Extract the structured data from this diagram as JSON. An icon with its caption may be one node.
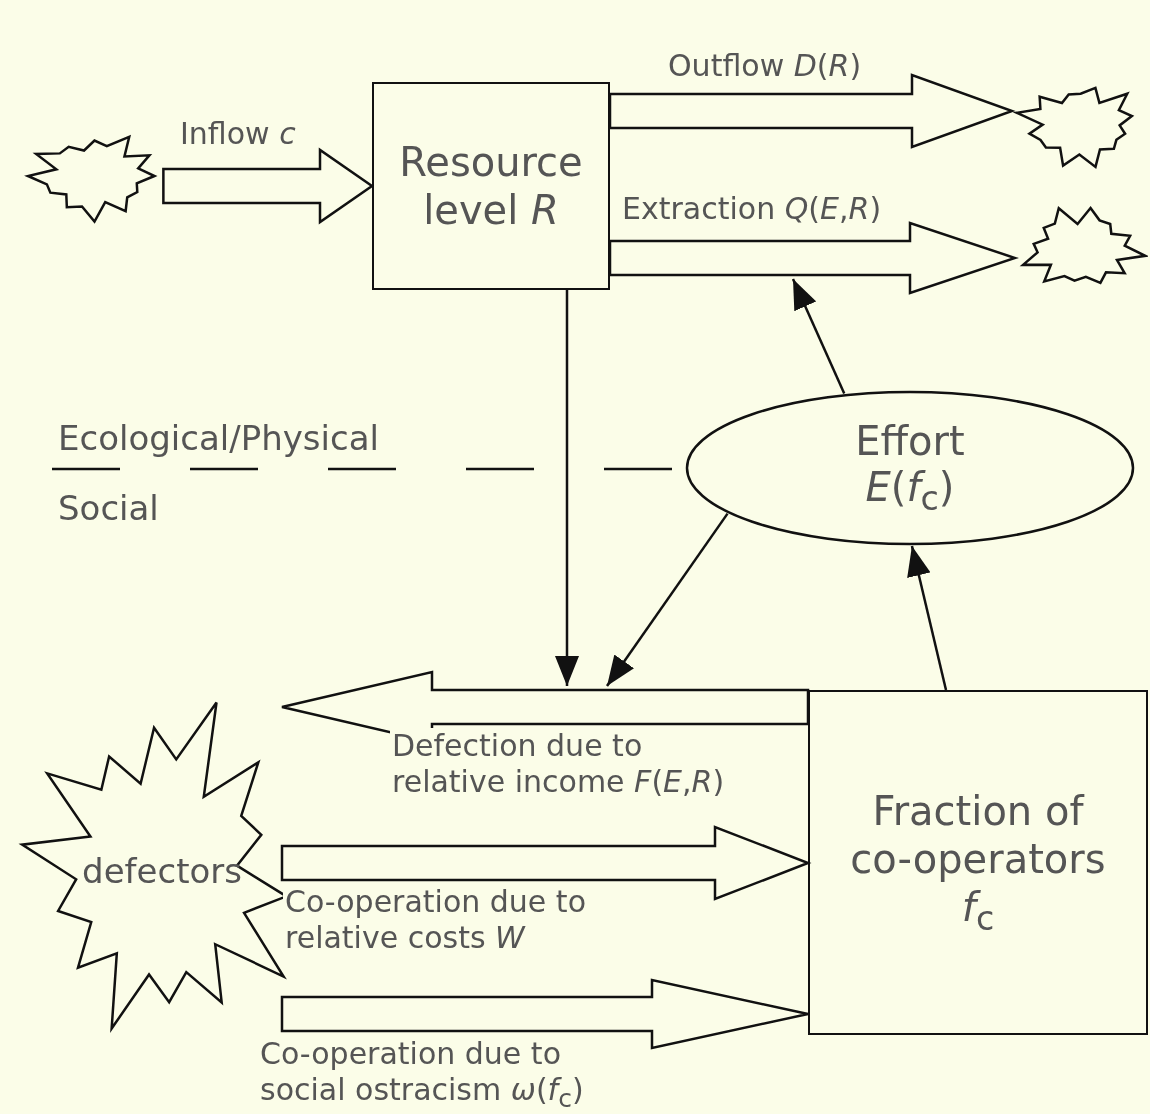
{
  "diagram": {
    "nodes": [
      {
        "text": [],
        "shape": "cloud"
      },
      {
        "text": [
          "Resource level *R*"
        ]
      },
      {
        "text": [],
        "shape": "cloud"
      },
      {
        "text": [],
        "shape": "cloud"
      },
      {
        "text": [
          "Effort *E*(*f*$_{c}$)"
        ]
      },
      {
        "text": [
          "Fraction of co-operators *f*$_{c}$"
        ]
      },
      {
        "text": [
          "defectors"
        ]
      }
    ],
    "edges": [
      {
        "from": 0,
        "to": 1,
        "arrow": "to",
        "label": "Inflow *c*",
        "style": "thick"
      },
      {
        "from": 1,
        "to": 2,
        "arrow": "to",
        "label": "Outflow *D*(*R*)",
        "style": "thick"
      },
      {
        "from": 1,
        "to": 3,
        "arrow": "to",
        "label": "Extraction *Q*(*E*,*R*)",
        "style": "thick"
      },
      {
        "from": 4,
        "to": null,
        "arrow": "to"
      },
      {
        "from": 1,
        "to": null,
        "arrow": "to"
      },
      {
        "from": 4,
        "to": null,
        "arrow": "to"
      },
      {
        "from": 5,
        "to": 4,
        "arrow": "to"
      },
      {
        "from": 5,
        "to": 6,
        "arrow": "to",
        "label": "Defection due to relative income *F*(*E*,*R*)",
        "style": "thick"
      },
      {
        "from": 6,
        "to": 5,
        "arrow": "to",
        "label": "Co-operation due to relative costs *W*",
        "style": "thick"
      },
      {
        "from": 6,
        "to": 5,
        "arrow": "to",
        "label": "Co-operation due to social ostracism *ω*(*f*$_{c}$)",
        "style": "thick"
      }
    ],
    "labels": [
      "Ecological/Physical",
      "Social"
    ]
  }
}
